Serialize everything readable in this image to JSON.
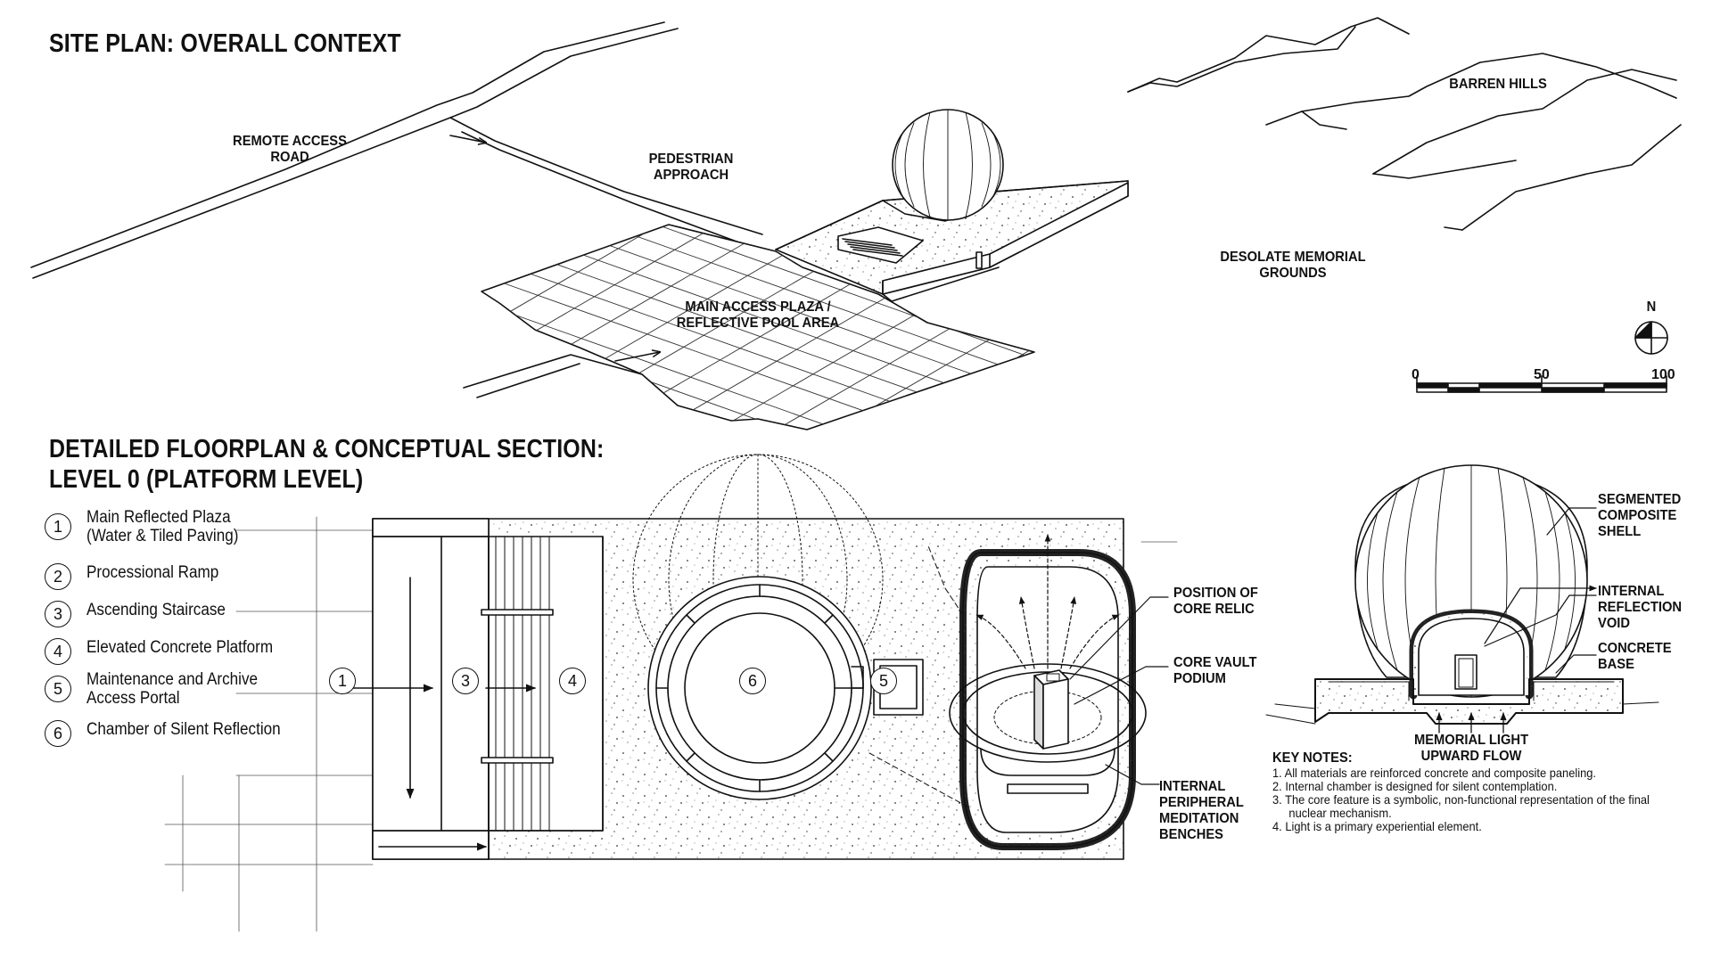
{
  "titles": {
    "site_plan": "SITE PLAN: OVERALL CONTEXT",
    "floorplan_line1": "DETAILED FLOORPLAN & CONCEPTUAL SECTION:",
    "floorplan_line2": "LEVEL 0 (PLATFORM LEVEL)"
  },
  "site_labels": {
    "remote_road": [
      "REMOTE ACCESS",
      "ROAD"
    ],
    "pedestrian": [
      "PEDESTRIAN",
      "APPROACH"
    ],
    "plaza": [
      "MAIN ACCESS PLAZA /",
      "REFLECTIVE POOL AREA"
    ],
    "hills": "BARREN HILLS",
    "grounds": [
      "DESOLATE MEMORIAL",
      "GROUNDS"
    ],
    "north": "N"
  },
  "scale": {
    "ticks": [
      "0",
      "50",
      "100"
    ]
  },
  "legend": [
    {
      "num": "1",
      "text": "Main Reflected Plaza\n(Water & Tiled Paving)"
    },
    {
      "num": "2",
      "text": "Processional Ramp"
    },
    {
      "num": "3",
      "text": "Ascending Staircase"
    },
    {
      "num": "4",
      "text": "Elevated Concrete Platform"
    },
    {
      "num": "5",
      "text": "Maintenance and Archive\nAccess Portal"
    },
    {
      "num": "6",
      "text": "Chamber of Silent Reflection"
    }
  ],
  "plan_markers": [
    "1",
    "3",
    "4",
    "6",
    "5"
  ],
  "vault_labels": {
    "relic": [
      "POSITION OF",
      "CORE RELIC"
    ],
    "podium": [
      "CORE VAULT",
      "PODIUM"
    ],
    "benches": [
      "INTERNAL",
      "PERIPHERAL",
      "MEDITATION",
      "BENCHES"
    ]
  },
  "section_labels": {
    "shell": [
      "SEGMENTED",
      "COMPOSITE",
      "SHELL"
    ],
    "void": [
      "INTERNAL",
      "REFLECTION",
      "VOID"
    ],
    "base": [
      "CONCRETE",
      "BASE"
    ],
    "light": [
      "MEMORIAL LIGHT",
      "UPWARD FLOW"
    ]
  },
  "key_notes": {
    "title": "KEY NOTES:",
    "items": [
      "1.  All materials are reinforced concrete and composite paneling.",
      "2.  Internal chamber is designed for silent contemplation.",
      "3.  The core feature is a symbolic, non-functional representation of the final nuclear mechanism.",
      "4.  Light is a primary experiential element."
    ]
  }
}
